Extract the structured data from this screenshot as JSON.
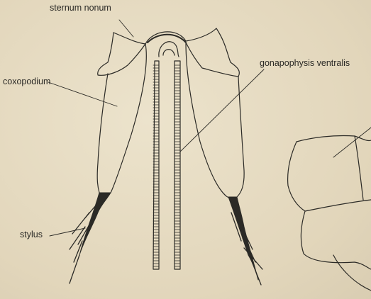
{
  "figure": {
    "labels": {
      "sternum": "sternum nonum",
      "coxopodium": "coxopodium",
      "gonapophysis": "gonapophysis ventralis",
      "stylus": "stylus"
    },
    "colors": {
      "paper": "#e6dcc4",
      "ink": "#2b2a26"
    }
  }
}
